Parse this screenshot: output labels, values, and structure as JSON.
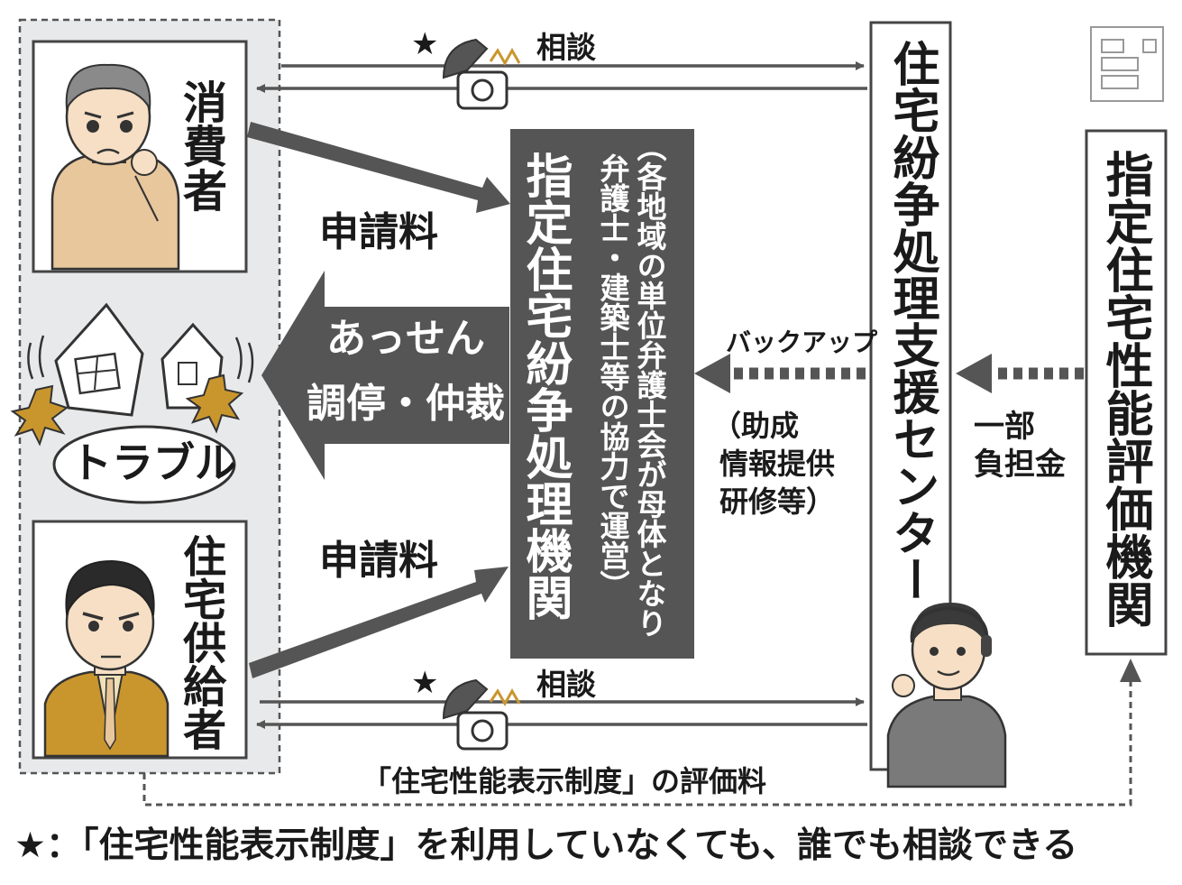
{
  "consumer": {
    "label": "消費者"
  },
  "supplier": {
    "label": "住宅供給者"
  },
  "trouble": {
    "label": "トラブル"
  },
  "organ": {
    "title": "指定住宅紛争処理機関",
    "note_line1": "（各地域の単位弁護士会が母体となり",
    "note_line2": "弁護士・建築士等の協力で運営）"
  },
  "center": {
    "title": "住宅紛争処理支援センター"
  },
  "evaluator": {
    "title": "指定住宅性能評価機関"
  },
  "arrows": {
    "fee_top": "申請料",
    "fee_bottom": "申請料",
    "mediation_line1": "あっせん",
    "mediation_line2": "調停・仲裁",
    "consult_top": "相談",
    "consult_bottom": "相談",
    "star": "★",
    "backup": "バックアップ",
    "support_line1": "（助成",
    "support_line2": "情報提供",
    "support_line3": "研修等）",
    "share_line1": "一部",
    "share_line2": "負担金",
    "eval_fee": "「住宅性能表示制度」の評価料"
  },
  "footnote": "★：「住宅性能表示制度」を利用していなくても、誰でも相談できる",
  "colors": {
    "dark": "#555555",
    "panel": "#e8e9ea",
    "skin": "#f6dfc4",
    "sweater": "#e8c79c",
    "blast": "#c9962e"
  }
}
